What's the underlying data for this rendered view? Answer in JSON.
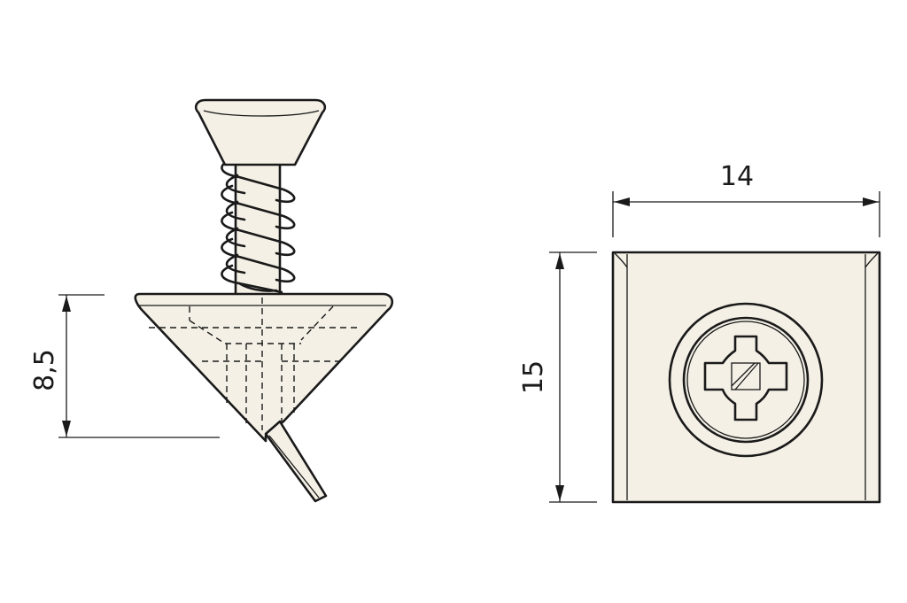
{
  "dimensions": {
    "side_height": "8,5",
    "top_width": "14",
    "top_height": "15"
  },
  "colors": {
    "line": "#1a1a1a",
    "fill": "#f4f0e6",
    "background": "#ffffff"
  }
}
